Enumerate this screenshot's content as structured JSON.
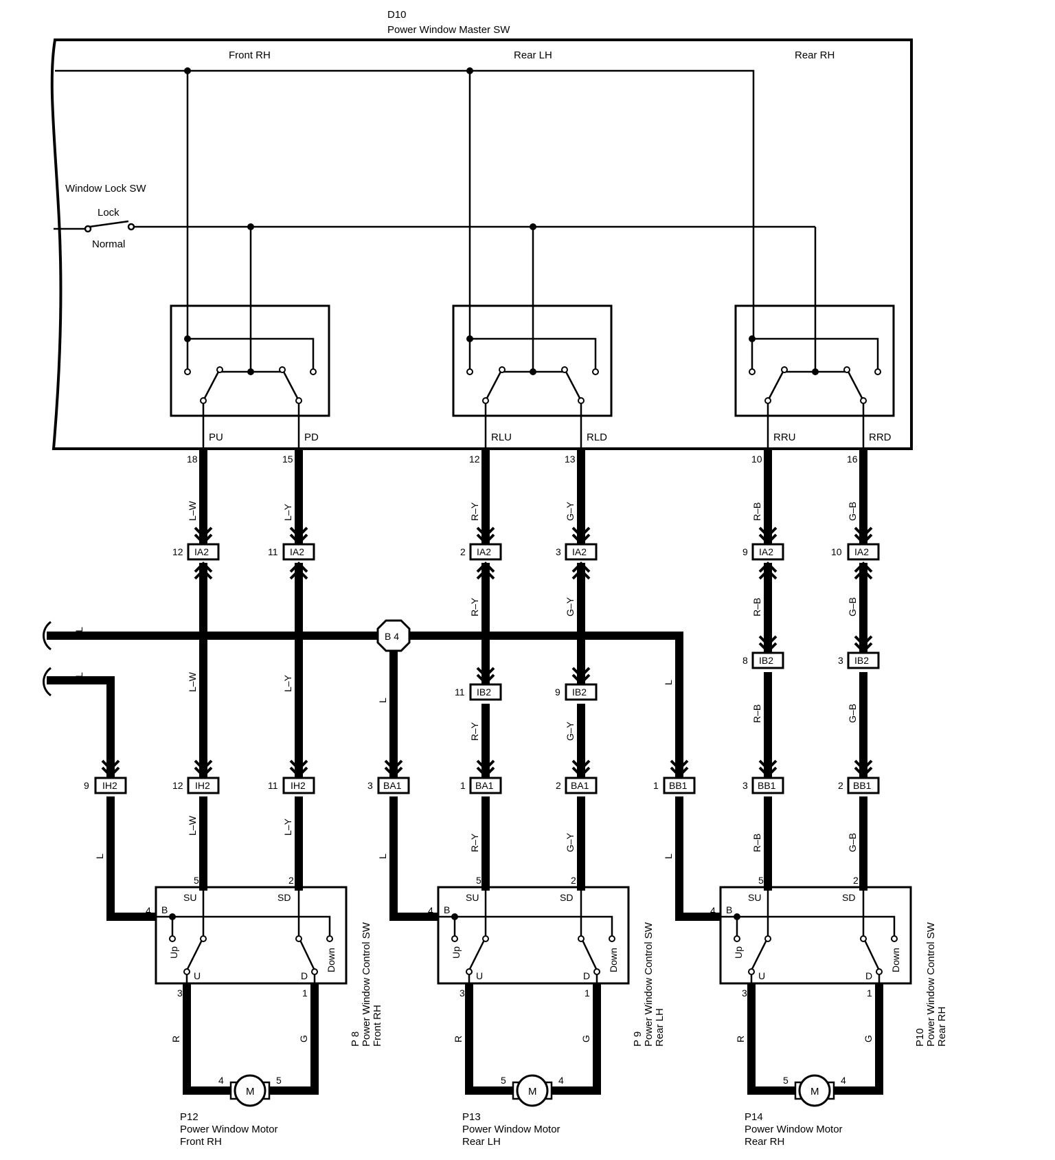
{
  "master": {
    "id": "D10",
    "name": "Power Window Master SW"
  },
  "sections": {
    "front_rh": "Front RH",
    "rear_lh": "Rear LH",
    "rear_rh": "Rear RH"
  },
  "lock_sw": {
    "title": "Window Lock SW",
    "lock": "Lock",
    "normal": "Normal"
  },
  "terminals": [
    "PU",
    "PD",
    "RLU",
    "RLD",
    "RRU",
    "RRD"
  ],
  "master_pins": [
    "18",
    "15",
    "12",
    "13",
    "10",
    "16"
  ],
  "wire_colors": {
    "lw": "L–W",
    "ly": "L–Y",
    "ry": "R–Y",
    "gy": "G–Y",
    "rb": "R–B",
    "gb": "G–B",
    "l": "L",
    "r": "R",
    "g": "G"
  },
  "connectors": {
    "ia2": "IA2",
    "ib2": "IB2",
    "ih2": "IH2",
    "ba1": "BA1",
    "bb1": "BB1",
    "b4": "B 4"
  },
  "ia2_pins": [
    "12",
    "11",
    "2",
    "3",
    "9",
    "10"
  ],
  "ib2_pins": [
    "11",
    "9",
    "8",
    "3"
  ],
  "ih2_pins": [
    "9",
    "12",
    "11"
  ],
  "ba1_pins": [
    "3",
    "1",
    "2"
  ],
  "bb1_pins": [
    "1",
    "3",
    "2"
  ],
  "ctrl_sw": {
    "su": "SU",
    "sd": "SD",
    "b": "B",
    "u": "U",
    "d": "D",
    "up": "Up",
    "down": "Down",
    "pin_su": "5",
    "pin_sd": "2",
    "pin_b": "4",
    "pin_u": "3",
    "pin_d": "1",
    "title": "Power Window Control SW"
  },
  "units": [
    {
      "id": "P 8",
      "loc": "Front RH",
      "motor_id": "P12",
      "motor_loc": "Front RH",
      "mpin_l": "4",
      "mpin_r": "5"
    },
    {
      "id": "P 9",
      "loc": "Rear LH",
      "motor_id": "P13",
      "motor_loc": "Rear LH",
      "mpin_l": "5",
      "mpin_r": "4"
    },
    {
      "id": "P10",
      "loc": "Rear RH",
      "motor_id": "P14",
      "motor_loc": "Rear RH",
      "mpin_l": "5",
      "mpin_r": "4"
    }
  ],
  "motor": {
    "symbol": "M",
    "title": "Power Window Motor"
  }
}
